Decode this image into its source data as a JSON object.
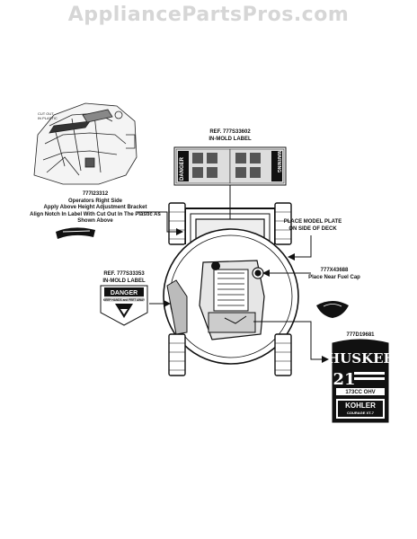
{
  "watermark": "AppliancePartsPros.com",
  "labels": {
    "ref_top_part": "REF. 777S33602",
    "ref_top_desc": "IN-MOLD LABEL",
    "left_part": "777I23312",
    "left_line1": "Operators Right Side",
    "left_line2": "Apply Above Height Adjustment Bracket",
    "left_line3": "Align Notch In Label With Cut Out In The Plastic As",
    "left_line4": "Shown Above",
    "place_plate1": "PLACE MODEL PLATE",
    "place_plate2": "ON SIDE OF DECK",
    "fuel_part": "777X43688",
    "fuel_desc": "Place Near Fuel Cap",
    "ref_mid_part": "REF. 777S33353",
    "ref_mid_desc": "IN-MOLD LABEL",
    "right_part": "777D19681"
  },
  "decals": {
    "danger": "DANGER",
    "warning": "WARNING",
    "keep_hands": "KEEP HANDS and FEET AWAY",
    "brand": "HUSKEE",
    "deck_size": "21",
    "engine": "173CC OHV",
    "engine_brand": "KOHLER",
    "engine_model": "COURAGE XT-7"
  },
  "colors": {
    "ink": "#111111",
    "watermark": "#d6d6d6"
  }
}
